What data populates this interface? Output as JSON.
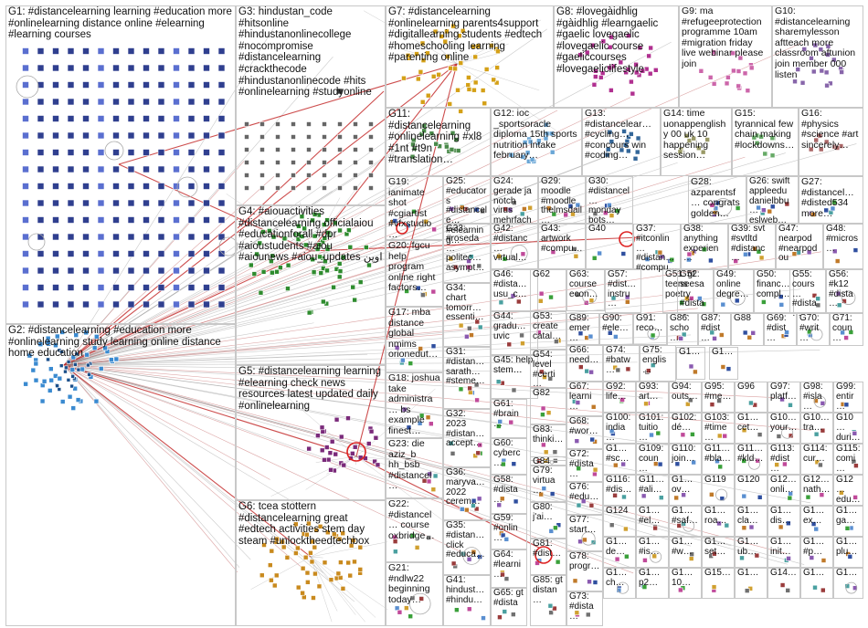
{
  "graph": {
    "groups": [
      {
        "id": "G1",
        "label": "G1: #distancelearning learning #education more #onlinelearning distance online #elearning #learning courses",
        "color": "#3a3a8a"
      },
      {
        "id": "G2",
        "label": "G2: #distancelearning #education more #onlinelearning study learning online distance home education",
        "color": "#1e6fb5"
      },
      {
        "id": "G3",
        "label": "G3: hindustan_code #hitsonline #hindustanonlinecollege #nocompromise #distancelearning #crackthecode #hindustanonlinecode #hits #onlinelearning #studyonline",
        "color": "#555555"
      },
      {
        "id": "G4",
        "label": "G4: #aiouactivities #distancelearning officialaiou #educationforall #dpr #aioustudents #aiou #aiounews #aiou_updates اوپن",
        "color": "#2e8b2e"
      },
      {
        "id": "G5",
        "label": "G5: #distancelearning learning #elearning check news resources latest updated daily #onlinelearning",
        "color": "#7a2a7a"
      },
      {
        "id": "G6",
        "label": "G6: tcea stottern #distancelearning great #edtech activities stem day steam #unlocktheedtechbox",
        "color": "#c98a1e"
      },
      {
        "id": "G7",
        "label": "G7: #distancelearning #onlinelearning parents4support #digitallearning students #edtech #homeschooling learning #parenting online",
        "color": "#d4a017"
      },
      {
        "id": "G8",
        "label": "G8: #lovegàidhlig #gàidhlig #learngaelic #gaelic lovegaelic #lovegaelic course #gaeliccourses #lovegaeliclifestyle",
        "color": "#b03090"
      },
      {
        "id": "G9",
        "label": "G9: ma #refugeeprotection programme 10am #migration friday live webinar please join",
        "color": "#cc66aa"
      },
      {
        "id": "G10",
        "label": "G10: #distancelearning sharemylesson aftteach more classroom aftunion join member 000 listen",
        "color": "#8866aa"
      },
      {
        "id": "G11",
        "label": "G11: #distancelearning #onlinelearning #xl8 #1nt #t9n #translation…",
        "color": "#4a8a4a"
      },
      {
        "id": "G12",
        "label": "G12: ioc _sportsoracle diploma 15th sports nutrition intake february…",
        "color": "#6aa6d6"
      },
      {
        "id": "G13",
        "label": "G13: #distancelear… #cycling… #concours win #coding…",
        "color": "#336699"
      },
      {
        "id": "G14",
        "label": "G14: time uonappenglishy 00 uk 10 happening session…",
        "color": "#999966"
      },
      {
        "id": "G15",
        "label": "G15: tyrannical few chain making #lockdowns…",
        "color": "#66aa66"
      },
      {
        "id": "G16",
        "label": "G16: #physics #science #art sincerely…",
        "color": "#aa6666"
      },
      {
        "id": "G17",
        "label": "G17: mba distance global nmims orionedut…",
        "color": "#888888"
      },
      {
        "id": "G18",
        "label": "G18: joshua take administra… bs example finest…",
        "color": "#777777"
      },
      {
        "id": "G19",
        "label": "G19: ianimate shot #cgiartist #vfxstudio…",
        "color": "#aa8844"
      },
      {
        "id": "G20",
        "label": "G20: fgcu help program online right factors…",
        "color": "#4477aa"
      },
      {
        "id": "G21",
        "label": "G21: #ndlw22 beginning today…",
        "color": "#668844"
      },
      {
        "id": "G22",
        "label": "G22: #distancel… course oxbridge…",
        "color": "#aa4488"
      },
      {
        "id": "G23",
        "label": "G23: die aziz_b hh_bsb #distancel…",
        "color": "#446688"
      },
      {
        "id": "G24",
        "label": "G24: gerade ja notch virus mehrfach…",
        "color": "#888844"
      },
      {
        "id": "G25",
        "label": "G25: #educators #distancele… #elearning…",
        "color": "#6688aa"
      },
      {
        "id": "G26",
        "label": "G26: swift appleedu danielbbu… eslweb…",
        "color": "#aa6688"
      },
      {
        "id": "G27",
        "label": "G27: #distancel… #disted534 more…",
        "color": "#55aa88"
      },
      {
        "id": "G28",
        "label": "G28: azparentsf… congrats golden…",
        "color": "#aa5555"
      },
      {
        "id": "G29",
        "label": "G29: moodle #moodle thelmsdail…",
        "color": "#ee8800"
      },
      {
        "id": "G30",
        "label": "G30: #distancel… monday bots…",
        "color": "#5555aa"
      },
      {
        "id": "G31",
        "label": "G31: #distan… sarath… #steme…",
        "color": "#888888"
      },
      {
        "id": "G32",
        "label": "G32: 2023 #distan… accept…",
        "color": "#888888"
      },
      {
        "id": "G33",
        "label": "G33: #roseda… politec… asympt…",
        "color": "#888888"
      },
      {
        "id": "G34",
        "label": "G34: chart tomorr… essenti…",
        "color": "#888888"
      },
      {
        "id": "G35",
        "label": "G35: #distan… click #educa…",
        "color": "#888888"
      },
      {
        "id": "G36",
        "label": "G36: maryva… 2022 cerem…",
        "color": "#888888"
      },
      {
        "id": "G37",
        "label": "G37: #itconlin… #distan… #compu…",
        "color": "#dd2222"
      },
      {
        "id": "G38",
        "label": "G38: anything experien…",
        "color": "#888888"
      },
      {
        "id": "G39",
        "label": "G39: svt #svtltd #distanc…",
        "color": "#888888"
      },
      {
        "id": "G40",
        "label": "G40",
        "color": "#888888"
      },
      {
        "id": "G41",
        "label": "G41: hindust… #hindu…",
        "color": "#888888"
      },
      {
        "id": "G42",
        "label": "G42: #distanc… virtual…",
        "color": "#888888"
      },
      {
        "id": "G43",
        "label": "G43: artwork #compu…",
        "color": "#888888"
      },
      {
        "id": "G44",
        "label": "G44: gradu… uvic",
        "color": "#888888"
      },
      {
        "id": "G45",
        "label": "G45: help stem…",
        "color": "#888888"
      },
      {
        "id": "G46",
        "label": "G46: #dista… usu_c…",
        "color": "#888888"
      },
      {
        "id": "G47",
        "label": "G47: nearpod #nearpodou",
        "color": "#888888"
      },
      {
        "id": "G48",
        "label": "G48: #micros…",
        "color": "#888888"
      },
      {
        "id": "G49",
        "label": "G49: online degre…",
        "color": "#888888"
      },
      {
        "id": "G50",
        "label": "G50: financ… compl…",
        "color": "#888888"
      },
      {
        "id": "G51",
        "label": "G51: gt teens poetry",
        "color": "#888888"
      },
      {
        "id": "G52",
        "label": "G52: seesa… #dista…",
        "color": "#888888"
      },
      {
        "id": "G53",
        "label": "G53: create catal…",
        "color": "#888888"
      },
      {
        "id": "G54",
        "label": "G54: level #certi…",
        "color": "#888888"
      },
      {
        "id": "G55",
        "label": "G55: cours… #dista…",
        "color": "#888888"
      },
      {
        "id": "G56",
        "label": "G56: #k12 #dista…",
        "color": "#888888"
      },
      {
        "id": "G57",
        "label": "G57: #dist… instru…",
        "color": "#888888"
      },
      {
        "id": "G58",
        "label": "G58: #dista…",
        "color": "#888888"
      },
      {
        "id": "G59",
        "label": "G59: #onlin…",
        "color": "#888888"
      },
      {
        "id": "G60",
        "label": "G60: cyberc…",
        "color": "#888888"
      },
      {
        "id": "G61",
        "label": "G61: #brain…",
        "color": "#888888"
      },
      {
        "id": "G62",
        "label": "G62",
        "color": "#888888"
      },
      {
        "id": "G63",
        "label": "G63: course econ…",
        "color": "#888888"
      },
      {
        "id": "G64",
        "label": "G64: #learni…",
        "color": "#888888"
      },
      {
        "id": "G65",
        "label": "G65: gt #dista",
        "color": "#888888"
      },
      {
        "id": "G66",
        "label": "G66: need…",
        "color": "#888888"
      },
      {
        "id": "G67",
        "label": "G67: learni…",
        "color": "#888888"
      },
      {
        "id": "G68",
        "label": "G68: #wor…",
        "color": "#888888"
      },
      {
        "id": "G69",
        "label": "G69: #dist…",
        "color": "#888888"
      },
      {
        "id": "G70",
        "label": "G70: #writ…",
        "color": "#888888"
      },
      {
        "id": "G71",
        "label": "G71: coun…",
        "color": "#888888"
      },
      {
        "id": "G72",
        "label": "G72: #dista…",
        "color": "#888888"
      },
      {
        "id": "G73",
        "label": "G73: #dista…",
        "color": "#888888"
      },
      {
        "id": "G74",
        "label": "G74: #batw…",
        "color": "#888888"
      },
      {
        "id": "G75",
        "label": "G75: englis…",
        "color": "#888888"
      },
      {
        "id": "G76",
        "label": "G76: #edu…",
        "color": "#888888"
      },
      {
        "id": "G77",
        "label": "G77: start…",
        "color": "#888888"
      },
      {
        "id": "G78",
        "label": "G78: progr…",
        "color": "#888888"
      },
      {
        "id": "G79",
        "label": "G79: virtua…",
        "color": "#888888"
      },
      {
        "id": "G80",
        "label": "G80: j'ai…",
        "color": "#888888"
      },
      {
        "id": "G81",
        "label": "G81: #dist…",
        "color": "#888888"
      },
      {
        "id": "G82",
        "label": "G82",
        "color": "#888888"
      },
      {
        "id": "G83",
        "label": "G83: thinki…",
        "color": "#888888"
      },
      {
        "id": "G84",
        "label": "G84",
        "color": "#888888"
      },
      {
        "id": "G85",
        "label": "G85: gt distan…",
        "color": "#888888"
      },
      {
        "id": "G86",
        "label": "G86: scho…",
        "color": "#888888"
      },
      {
        "id": "G87",
        "label": "G87: #dist…",
        "color": "#888888"
      },
      {
        "id": "G88",
        "label": "G88",
        "color": "#888888"
      },
      {
        "id": "G89",
        "label": "G89: emer…",
        "color": "#888888"
      },
      {
        "id": "G90",
        "label": "G90: #ele…",
        "color": "#888888"
      },
      {
        "id": "G91",
        "label": "G91: reco…",
        "color": "#888888"
      },
      {
        "id": "G92",
        "label": "G92: life…",
        "color": "#888888"
      },
      {
        "id": "G93",
        "label": "G93: art…",
        "color": "#888888"
      },
      {
        "id": "G94",
        "label": "G94: outs…",
        "color": "#888888"
      },
      {
        "id": "G95",
        "label": "G95: #me…",
        "color": "#888888"
      },
      {
        "id": "G96",
        "label": "G96",
        "color": "#888888"
      },
      {
        "id": "G97",
        "label": "G97: platf…",
        "color": "#888888"
      },
      {
        "id": "G98",
        "label": "G98: #isla…",
        "color": "#888888"
      },
      {
        "id": "G99",
        "label": "G99: entir…",
        "color": "#888888"
      },
      {
        "id": "G100",
        "label": "G100: india…",
        "color": "#888888"
      },
      {
        "id": "G101",
        "label": "G101: tuitio…",
        "color": "#888888"
      },
      {
        "id": "G102",
        "label": "G102: dé…",
        "color": "#888888"
      },
      {
        "id": "G103",
        "label": "G103: #time…",
        "color": "#888888"
      },
      {
        "id": "G104",
        "label": "G1… cet…",
        "color": "#888888"
      },
      {
        "id": "G105",
        "label": "G10… your…",
        "color": "#888888"
      },
      {
        "id": "G106",
        "label": "G10… tra…",
        "color": "#888888"
      },
      {
        "id": "G107",
        "label": "G10… duri…",
        "color": "#888888"
      },
      {
        "id": "G108",
        "label": "G1… #sc…",
        "color": "#888888"
      },
      {
        "id": "G109",
        "label": "G109: coun…",
        "color": "#888888"
      },
      {
        "id": "G110",
        "label": "G110: join…",
        "color": "#888888"
      },
      {
        "id": "G111",
        "label": "G11… #bla…",
        "color": "#888888"
      },
      {
        "id": "G112",
        "label": "G11… #kld…",
        "color": "#888888"
      },
      {
        "id": "G113",
        "label": "G113: #dist…",
        "color": "#888888"
      },
      {
        "id": "G114",
        "label": "G114: cur…",
        "color": "#888888"
      },
      {
        "id": "G115",
        "label": "G115: comi…",
        "color": "#888888"
      },
      {
        "id": "G116",
        "label": "G116: #dis…",
        "color": "#888888"
      },
      {
        "id": "G117",
        "label": "G11… #ali…",
        "color": "#888888"
      },
      {
        "id": "G118",
        "label": "G1… ov…",
        "color": "#888888"
      },
      {
        "id": "G119",
        "label": "G119",
        "color": "#888888"
      },
      {
        "id": "G120",
        "label": "G120",
        "color": "#888888"
      },
      {
        "id": "G121",
        "label": "G12… onli…",
        "color": "#888888"
      },
      {
        "id": "G122",
        "label": "G12… nath…",
        "color": "#888888"
      },
      {
        "id": "G123",
        "label": "G12… edu…",
        "color": "#888888"
      },
      {
        "id": "G124",
        "label": "G124",
        "color": "#888888"
      },
      {
        "id": "G125",
        "label": "G1… #el…",
        "color": "#888888"
      },
      {
        "id": "G126",
        "label": "G1… #saf…",
        "color": "#888888"
      },
      {
        "id": "G127",
        "label": "G1… roa…",
        "color": "#888888"
      },
      {
        "id": "G128",
        "label": "G1… cla…",
        "color": "#888888"
      },
      {
        "id": "G129",
        "label": "G1… dis…",
        "color": "#888888"
      },
      {
        "id": "G130",
        "label": "G1… ex…",
        "color": "#888888"
      },
      {
        "id": "G131",
        "label": "G1… ga…",
        "color": "#888888"
      },
      {
        "id": "G132",
        "label": "G1… de…",
        "color": "#888888"
      },
      {
        "id": "G133",
        "label": "G1… #is…",
        "color": "#888888"
      },
      {
        "id": "G134",
        "label": "G1… #w…",
        "color": "#888888"
      },
      {
        "id": "G135",
        "label": "G1… set…",
        "color": "#888888"
      },
      {
        "id": "G136",
        "label": "G1… ub…",
        "color": "#888888"
      },
      {
        "id": "G137",
        "label": "G1… init…",
        "color": "#888888"
      },
      {
        "id": "G138",
        "label": "G1… #p…",
        "color": "#888888"
      },
      {
        "id": "G139",
        "label": "G1… plu…",
        "color": "#888888"
      },
      {
        "id": "G140",
        "label": "G1… ch…",
        "color": "#888888"
      },
      {
        "id": "G141",
        "label": "G1… p2…",
        "color": "#888888"
      },
      {
        "id": "G142",
        "label": "G1… 10…",
        "color": "#888888"
      },
      {
        "id": "G143",
        "label": "G15…",
        "color": "#888888"
      },
      {
        "id": "G144",
        "label": "G1…",
        "color": "#888888"
      },
      {
        "id": "G145",
        "label": "G14…",
        "color": "#888888"
      },
      {
        "id": "G146",
        "label": "G1…",
        "color": "#888888"
      },
      {
        "id": "G147",
        "label": "G1…",
        "color": "#888888"
      },
      {
        "id": "G148",
        "label": "G1…",
        "color": "#888888"
      },
      {
        "id": "G149",
        "label": "G1…",
        "color": "#888888"
      }
    ]
  }
}
